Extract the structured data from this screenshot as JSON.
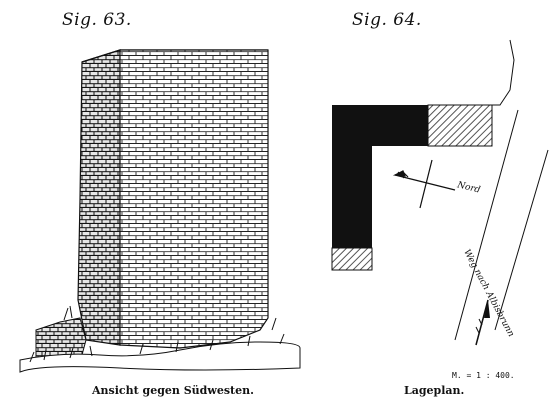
{
  "figures": {
    "fig63": {
      "title": "Sig. 63.",
      "caption": "Ansicht gegen Südwesten."
    },
    "fig64": {
      "title": "Sig. 64.",
      "caption": "Lageplan.",
      "scale": "M. = 1 : 400.",
      "north_label": "Nord",
      "road_label": "Weg nach Albisbrunn"
    }
  },
  "colors": {
    "ink": "#111111",
    "paper": "#ffffff",
    "hatch": "#555555"
  }
}
